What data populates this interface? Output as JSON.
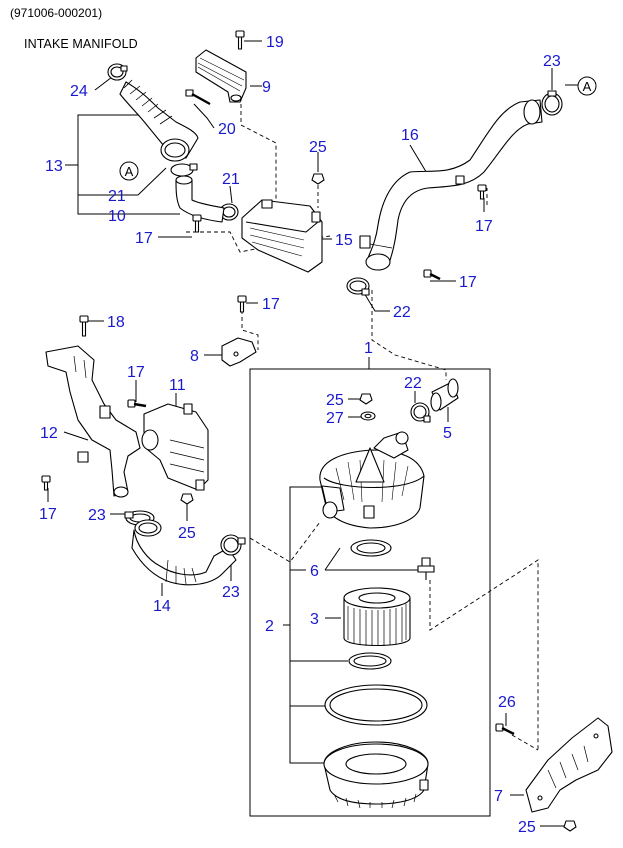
{
  "header": {
    "catalog_code": "(971006-000201)",
    "intake_manifold_label": "INTAKE MANIFOLD"
  },
  "colors": {
    "callout": "#1a1acc",
    "line": "#000000",
    "part_fill": "#ffffff",
    "shade": "#d9d9d9"
  },
  "callouts": {
    "c19": "19",
    "c9": "9",
    "c24": "24",
    "c20": "20",
    "c13": "13",
    "c21a": "21",
    "c10": "10",
    "c21b": "21",
    "c17a": "17",
    "c25a": "25",
    "c15": "15",
    "c23a": "23",
    "c16": "16",
    "c17b": "17",
    "c17c": "17",
    "c22a": "22",
    "c18": "18",
    "c17d": "17",
    "c8": "8",
    "c1": "1",
    "c17e": "17",
    "c11": "11",
    "c12": "12",
    "c25b": "25",
    "c27": "27",
    "c22b": "22",
    "c5": "5",
    "c17f": "17",
    "c23b": "23",
    "c25c": "25",
    "c6": "6",
    "c14": "14",
    "c23c": "23",
    "c3": "3",
    "c2": "2",
    "c26": "26",
    "c7": "7",
    "c25d": "25"
  },
  "refs": {
    "a_left": "A",
    "a_right": "A"
  }
}
